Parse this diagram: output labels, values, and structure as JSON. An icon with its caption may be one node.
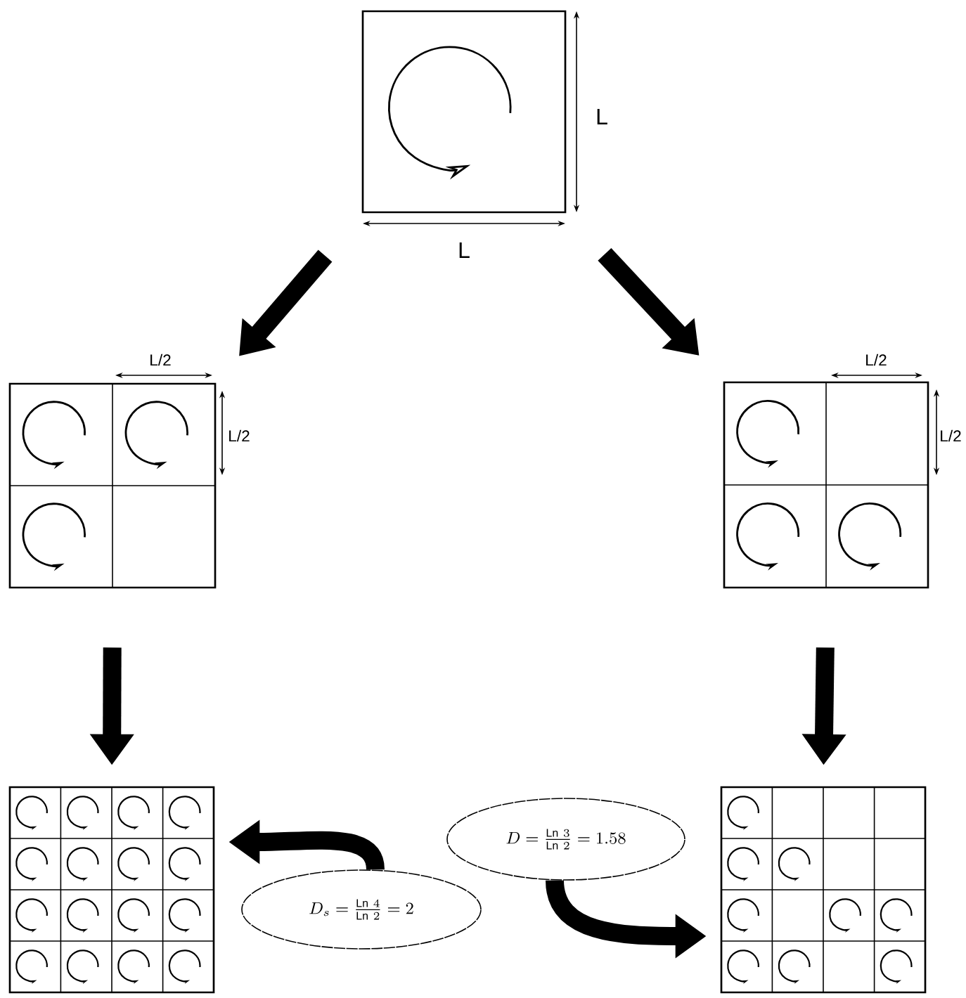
{
  "diagram": {
    "nodes": [
      {
        "text": [],
        "shape": "box"
      },
      {
        "text": [],
        "shape": "box"
      },
      {
        "text": [],
        "shape": "box"
      },
      {
        "text": [],
        "shape": "box"
      },
      {
        "text": [],
        "shape": "box"
      },
      {
        "text": [
          "D_{s}=\\frac{\\mathrm{Ln}\\ 4}{\\mathrm{Ln}\\ 2}=2"
        ]
      },
      {
        "text": [
          "D=\\frac{\\mathrm{Ln}\\ 3}{\\mathrm{Ln}\\ 2}=1.58"
        ]
      }
    ],
    "edges": [
      {
        "from": 0,
        "to": 1,
        "arrow": "to"
      },
      {
        "from": 0,
        "to": 2,
        "arrow": "to"
      },
      {
        "from": 1,
        "to": 3,
        "arrow": "to"
      },
      {
        "from": 2,
        "to": 4,
        "arrow": "to"
      },
      {
        "from": 5,
        "to": 3,
        "arrow": "to"
      },
      {
        "from": 6,
        "to": 4,
        "arrow": "to"
      }
    ],
    "labels": [
      "L",
      "L",
      "L/2",
      "L/2",
      "L/2",
      "L/2"
    ]
  }
}
